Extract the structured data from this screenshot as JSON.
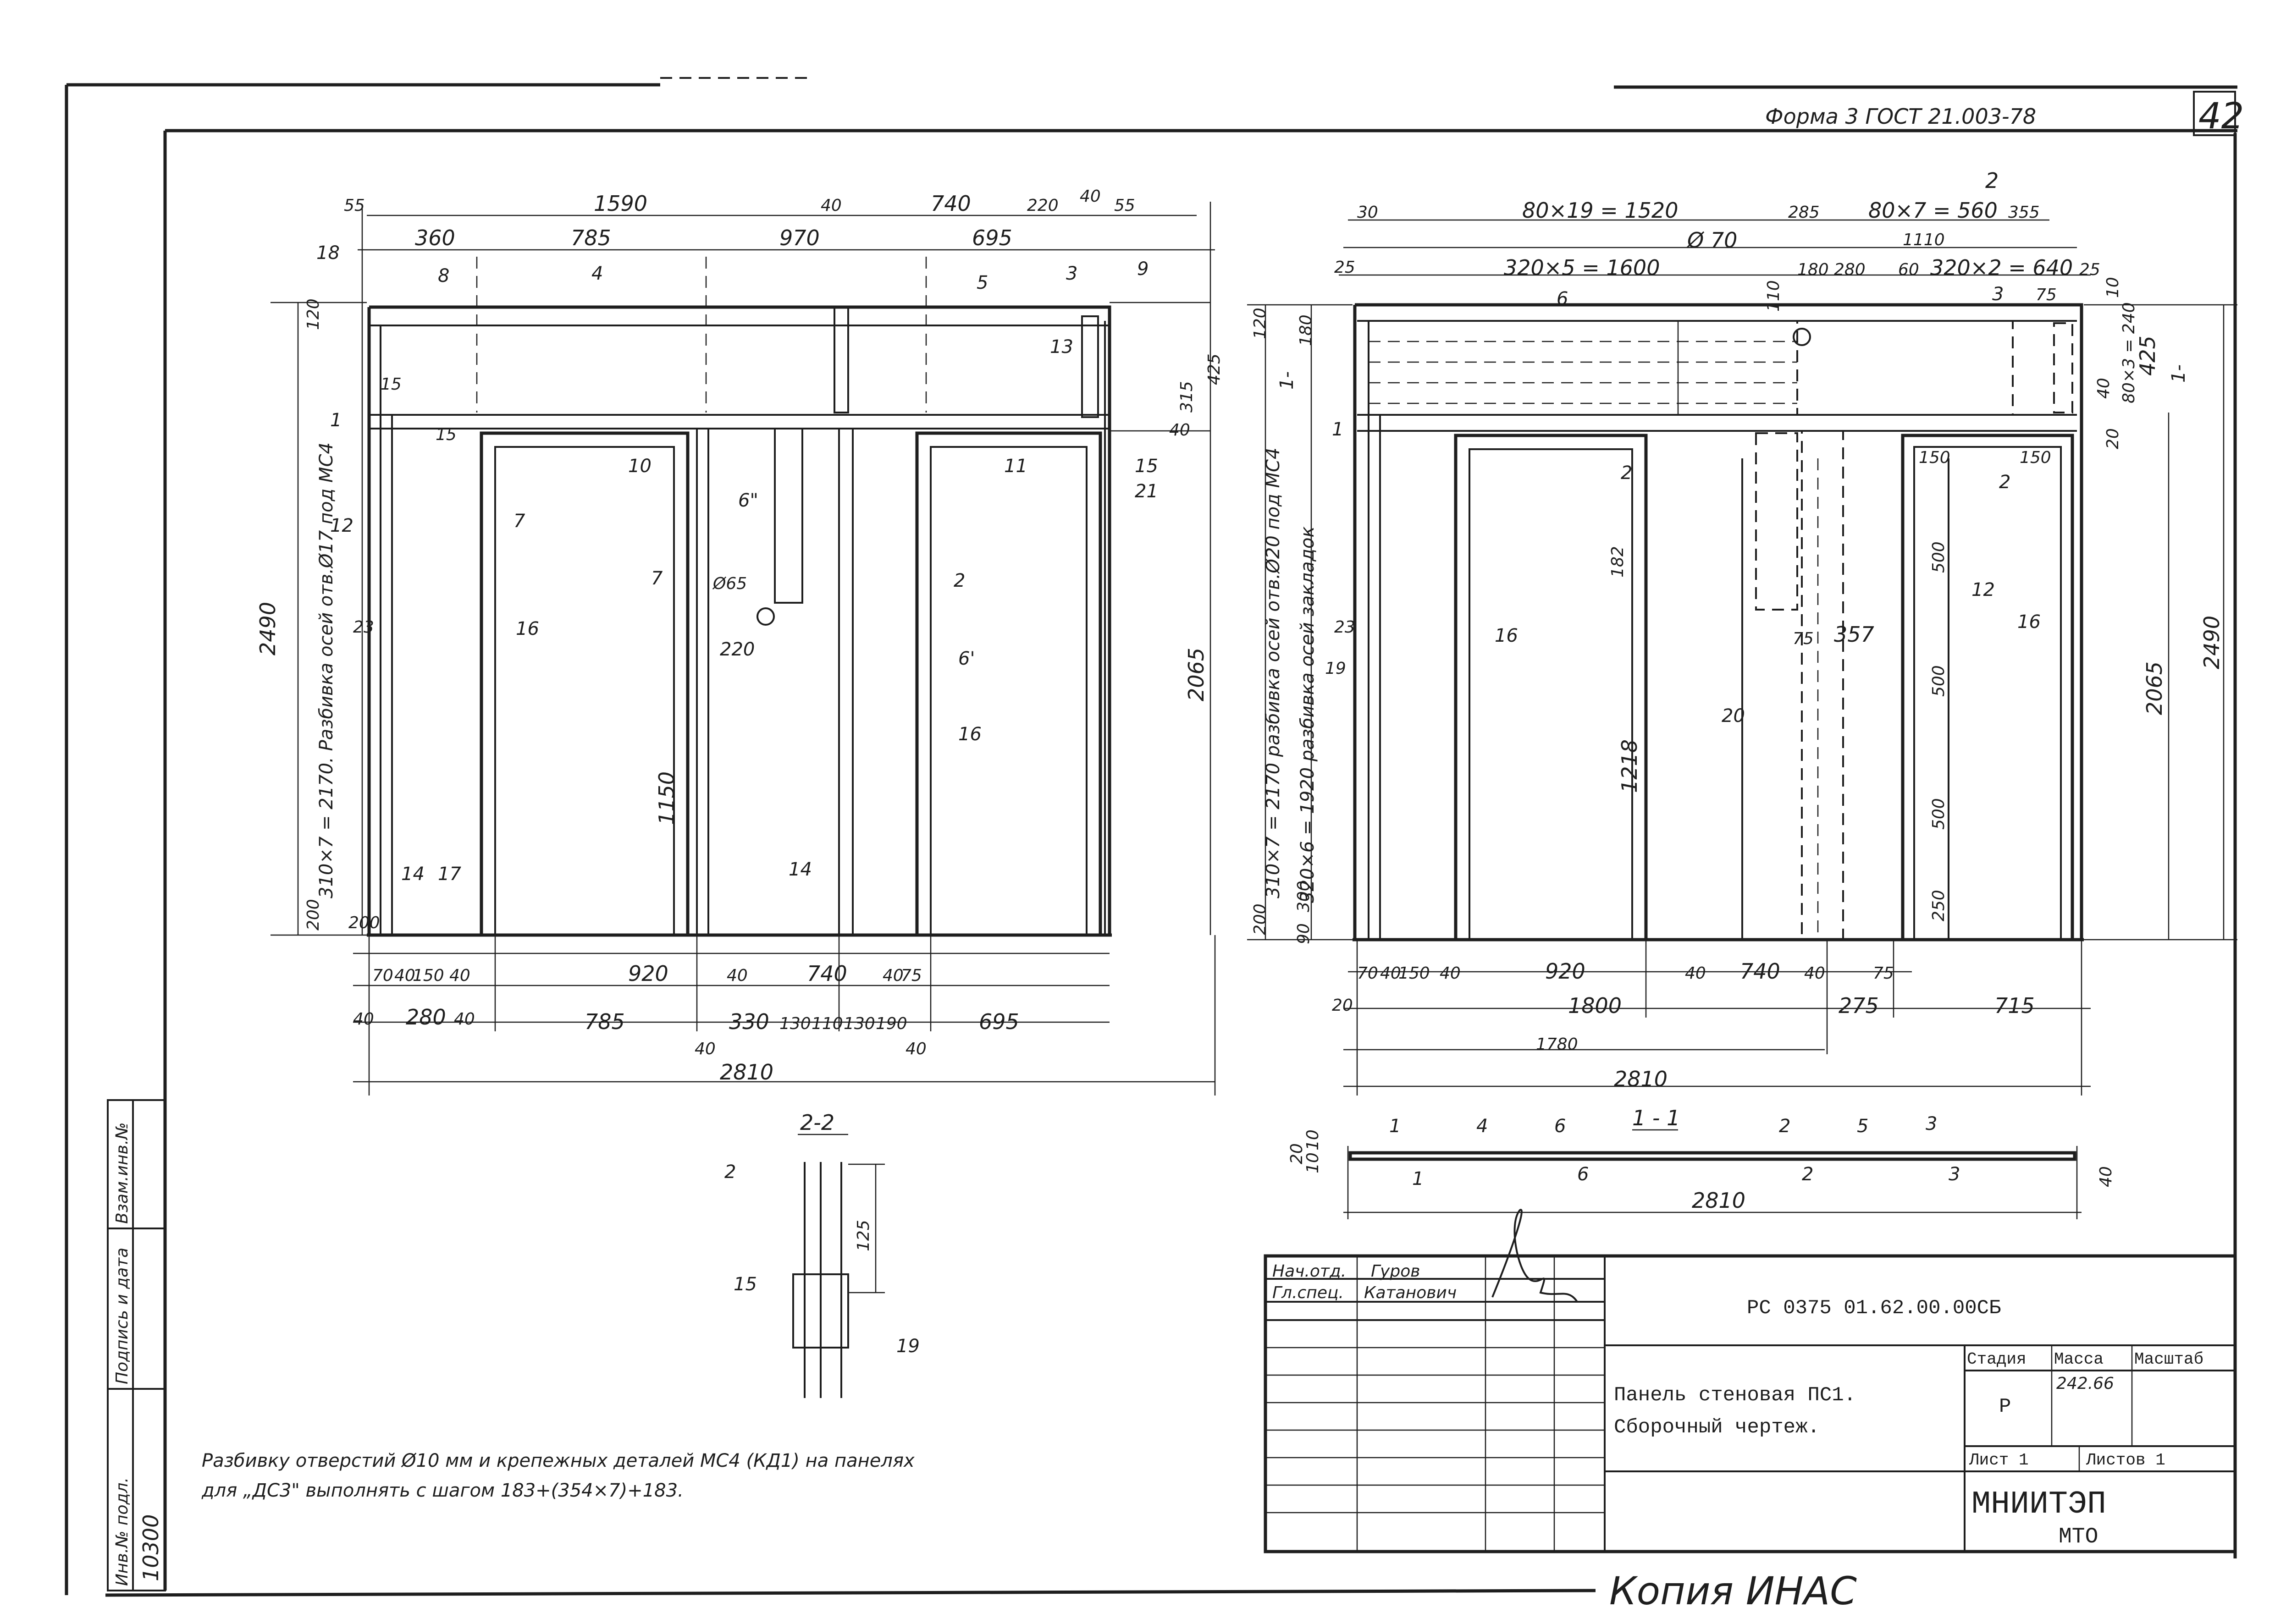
{
  "header": {
    "form": "Форма 3  ГОСТ 21.003-78",
    "sheet_number": "42"
  },
  "left_view": {
    "top_dims": [
      "55",
      "1590",
      "40",
      "740",
      "220",
      "40",
      "55"
    ],
    "top_dims2": [
      "360",
      "785",
      "970",
      "695"
    ],
    "markers": [
      "18",
      "8",
      "4",
      "5",
      "3",
      "9",
      "13",
      "15",
      "1",
      "12",
      "23",
      "10",
      "7",
      "6\"",
      "Ø65",
      "7",
      "2",
      "6'",
      "16",
      "16",
      "11",
      "15",
      "21",
      "220",
      "14",
      "17",
      "14",
      "120",
      "200",
      "315",
      "425",
      "40",
      "15",
      "1150",
      "2065",
      "2490",
      "200"
    ],
    "vertical_note": "310×7 = 2170. Разбивка осей отв.Ø17 под МС4",
    "bottom_dims1": [
      "70",
      "40",
      "150",
      "40",
      "920",
      "40",
      "740",
      "40",
      "75"
    ],
    "bottom_dims2": [
      "40",
      "280",
      "40",
      "785",
      "40",
      "330",
      "130",
      "110",
      "130",
      "190",
      "40",
      "695"
    ],
    "overall": "2810"
  },
  "right_view": {
    "section_mark": "2",
    "top_dims": [
      "30",
      "80×19 = 1520",
      "285",
      "80×7 = 560",
      "355"
    ],
    "top_dims2": [
      "Ø 70",
      "1110"
    ],
    "top_dims3": [
      "25",
      "320×5 = 1600",
      "180",
      "280",
      "60",
      "320×2 = 640",
      "25"
    ],
    "markers": [
      "6",
      "3",
      "75",
      "1",
      "2",
      "16",
      "19",
      "23",
      "20",
      "357",
      "75",
      "150",
      "2",
      "150",
      "12",
      "16",
      "182",
      "1218",
      "500",
      "500",
      "500",
      "250",
      "120",
      "180",
      "110",
      "10",
      "20",
      "40",
      "1-",
      "1-"
    ],
    "right_dims": [
      "80×3 = 240",
      "425",
      "2065",
      "2490"
    ],
    "vertical_note1": "310×7 = 2170 разбивка осей отв.Ø20 под МС4",
    "vertical_note2": "320×6 = 1920 разбивка осей закладок",
    "left_dims": [
      "300",
      "200",
      "90"
    ],
    "bottom_dims1": [
      "70",
      "40",
      "150",
      "40",
      "920",
      "40",
      "740",
      "40",
      "75"
    ],
    "bottom_dims2": [
      "20",
      "1800",
      "275",
      "715"
    ],
    "bottom_dims3": [
      "1780"
    ],
    "overall": "2810"
  },
  "section_11": {
    "title": "1 - 1",
    "top_marks": [
      "1",
      "4",
      "6",
      "2",
      "5",
      "3"
    ],
    "bottom_marks": [
      "1",
      "6",
      "2",
      "3"
    ],
    "left_dims": [
      "20",
      "10",
      "10"
    ],
    "right_dim": "40",
    "overall": "2810"
  },
  "section_22": {
    "title": "2-2",
    "marks": [
      "2",
      "15",
      "19"
    ],
    "dim": "125"
  },
  "note": {
    "line1": "Разбивку отверстий Ø10 мм и крепежных деталей МС4 (КД1) на панелях",
    "line2": "для „ДС3\" выполнять с шагом 183+(354×7)+183."
  },
  "side_stamp": {
    "cells": [
      "Инв.№ подл.",
      "Подпись и дата",
      "Взам.инв.№"
    ],
    "handwritten": "10300"
  },
  "title_block": {
    "doc_code": "РС 0375 01.62.00.00СБ",
    "title_line1": "Панель стеновая ПС1.",
    "title_line2": "Сборочный чертеж.",
    "headers": [
      "Стадия",
      "Масса",
      "Масштаб"
    ],
    "stage": "Р",
    "mass": "242.66",
    "sheet": "Лист  1",
    "sheets": "Листов  1",
    "org1": "МНИИТЭП",
    "org2": "МТО",
    "rows": [
      {
        "role": "Нач.отд.",
        "name": "Гуров"
      },
      {
        "role": "Гл.спец.",
        "name": "Катанович"
      }
    ]
  },
  "bottom_handwriting": "Копия ИНАС"
}
